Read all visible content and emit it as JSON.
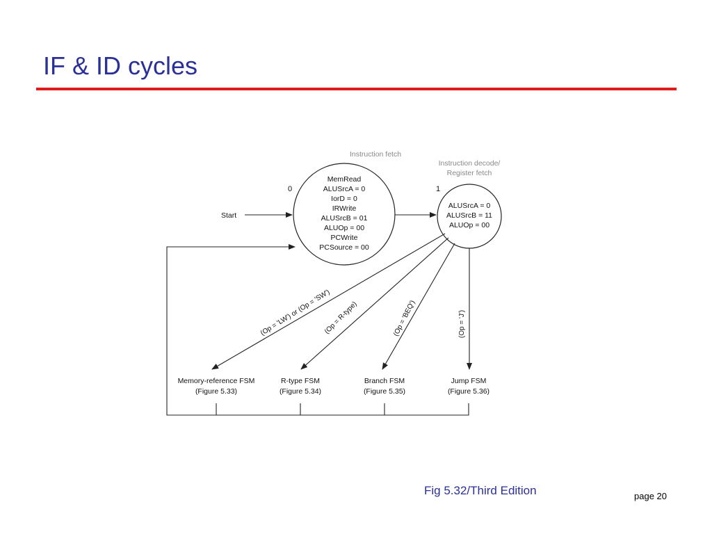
{
  "slide": {
    "title": "IF & ID cycles",
    "caption": "Fig 5.32/Third Edition",
    "page_label": "page 20"
  },
  "colors": {
    "title": "#2b2f9a",
    "rule": "#e01b1b",
    "diagram_labels": "#888888",
    "lines": "#222222"
  },
  "diagram": {
    "fetch_state": {
      "header": "Instruction fetch",
      "number": "0",
      "signals": [
        "MemRead",
        "ALUSrcA = 0",
        "IorD = 0",
        "IRWrite",
        "ALUSrcB = 01",
        "ALUOp = 00",
        "PCWrite",
        "PCSource = 00"
      ]
    },
    "decode_state": {
      "header_line1": "Instruction decode/",
      "header_line2": "Register fetch",
      "number": "1",
      "signals": [
        "ALUSrcA = 0",
        "ALUSrcB = 11",
        "ALUOp = 00"
      ]
    },
    "start_label": "Start",
    "transitions": {
      "mem": "(Op = 'LW') or (Op = 'SW')",
      "rtype": "(Op = R-type)",
      "branch": "(Op = 'BEQ')",
      "jump": "(Op = 'J')"
    },
    "fsm_targets": [
      {
        "name": "Memory-reference FSM",
        "figure": "(Figure 5.33)"
      },
      {
        "name": "R-type FSM",
        "figure": "(Figure 5.34)"
      },
      {
        "name": "Branch FSM",
        "figure": "(Figure 5.35)"
      },
      {
        "name": "Jump FSM",
        "figure": "(Figure 5.36)"
      }
    ]
  }
}
